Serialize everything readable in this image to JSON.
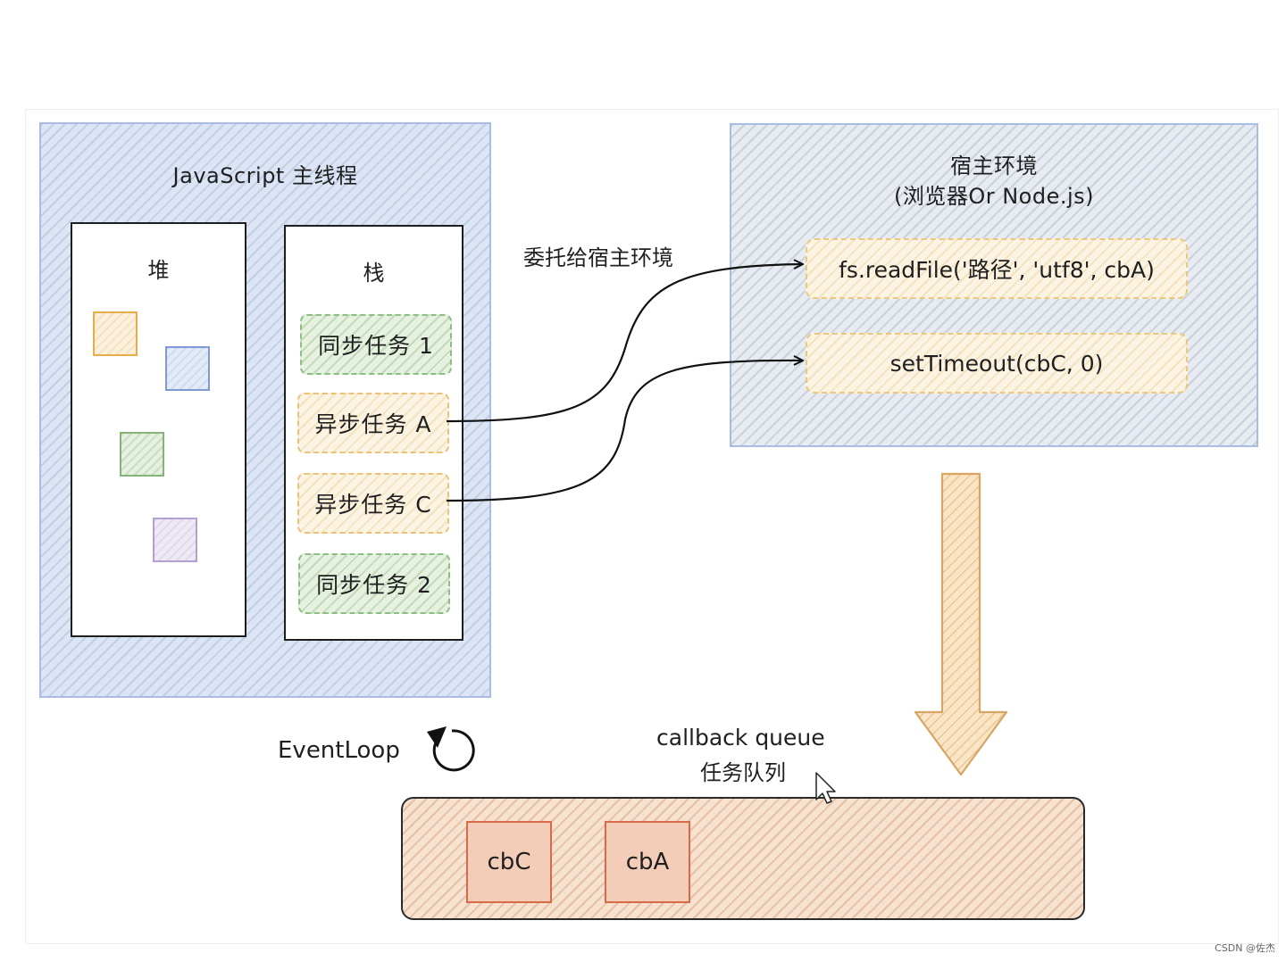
{
  "main_thread": {
    "title": "JavaScript 主线程",
    "heap_label": "堆",
    "stack_label": "栈",
    "stack_tasks": [
      "同步任务 1",
      "异步任务 A",
      "异步任务 C",
      "同步任务 2"
    ]
  },
  "host": {
    "title_line1": "宿主环境",
    "title_line2": "(浏览器Or Node.js)",
    "calls": [
      "fs.readFile('路径', 'utf8', cbA)",
      "setTimeout(cbC, 0)"
    ]
  },
  "delegate_label": "委托给宿主环境",
  "event_loop_label": "EventLoop",
  "queue": {
    "title_en": "callback queue",
    "title_zh": "任务队列",
    "items": [
      "cbC",
      "cbA"
    ]
  },
  "watermark": "CSDN @佐杰",
  "colors": {
    "main_thread_bg": "#dbe5f6",
    "host_bg": "#e7ebf2",
    "queue_bg": "#f7e2d0",
    "sync_task_border": "#8ebd84",
    "async_task_border": "#e9c27a",
    "callback_border": "#d9694a"
  }
}
